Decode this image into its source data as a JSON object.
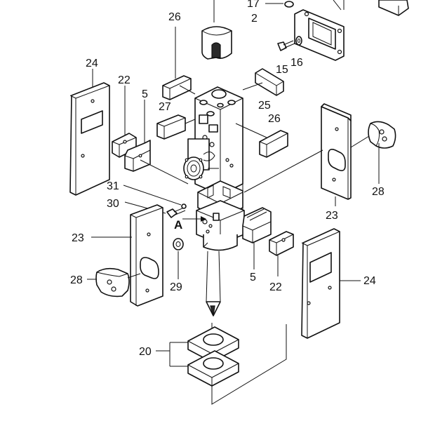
{
  "diagram": {
    "callouts": [
      {
        "id": "c17",
        "text": "17"
      },
      {
        "id": "c2",
        "text": "2"
      },
      {
        "id": "c26a",
        "text": "26"
      },
      {
        "id": "c15",
        "text": "15"
      },
      {
        "id": "c16",
        "text": "16"
      },
      {
        "id": "c24a",
        "text": "24"
      },
      {
        "id": "c22a",
        "text": "22"
      },
      {
        "id": "c5a",
        "text": "5"
      },
      {
        "id": "c27",
        "text": "27"
      },
      {
        "id": "c25",
        "text": "25"
      },
      {
        "id": "c26b",
        "text": "26"
      },
      {
        "id": "c28a",
        "text": "28"
      },
      {
        "id": "c31",
        "text": "31"
      },
      {
        "id": "c30",
        "text": "30"
      },
      {
        "id": "cA",
        "text": "A"
      },
      {
        "id": "c23a",
        "text": "23"
      },
      {
        "id": "c23b",
        "text": "23"
      },
      {
        "id": "c28b",
        "text": "28"
      },
      {
        "id": "c29",
        "text": "29"
      },
      {
        "id": "c5b",
        "text": "5"
      },
      {
        "id": "c22b",
        "text": "22"
      },
      {
        "id": "c24b",
        "text": "24"
      },
      {
        "id": "c20",
        "text": "20"
      }
    ]
  }
}
